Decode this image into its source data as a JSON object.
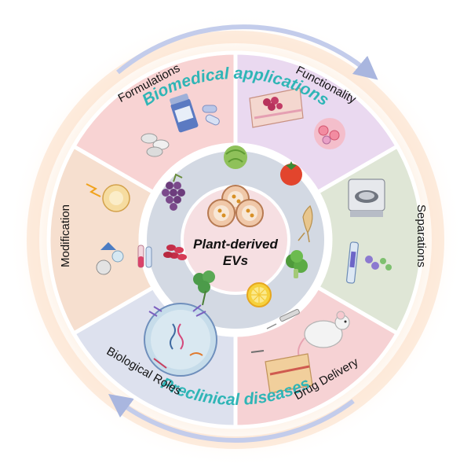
{
  "diagram": {
    "center": {
      "line1": "Plant-derived",
      "line2": "EVs"
    },
    "outer_titles": {
      "top": "Biomedical applications",
      "bottom": "Preclinical diseases",
      "color": "#2fb5b6"
    },
    "segments": [
      {
        "label": "Functionality",
        "color": "#ead9f0"
      },
      {
        "label": "Separations",
        "color": "#dfe6d6"
      },
      {
        "label": "Drug Delivery",
        "color": "#f6d2d4"
      },
      {
        "label": "Biological Roles",
        "color": "#dde1ee"
      },
      {
        "label": "Modification",
        "color": "#f6dfcf"
      },
      {
        "label": "Formulations",
        "color": "#f8d3d3"
      }
    ],
    "colors": {
      "outer_ring": "#fbe7d8",
      "inner_circle": "#d3d9e3",
      "inner_ring_border": "#ffffff",
      "arrow": "#b9c3e2"
    },
    "icons": [
      "cabbage-icon",
      "tomato-icon",
      "ginseng-root-icon",
      "broccoli-icon",
      "lemon-icon",
      "clover-icon",
      "red-beans-icon",
      "grapes-icon",
      "vesicle-cluster-icon",
      "pill-bottle-icon",
      "tablets-icon",
      "capsules-icon",
      "skin-tissue-icon",
      "cell-fluorescence-icon",
      "centrifuge-icon",
      "chromatography-column-icon",
      "mouse-icon",
      "syringe-icon",
      "skin-wound-icon",
      "cell-icon",
      "dna-strand-icon",
      "modified-vesicle-icon",
      "test-tubes-icon"
    ]
  }
}
